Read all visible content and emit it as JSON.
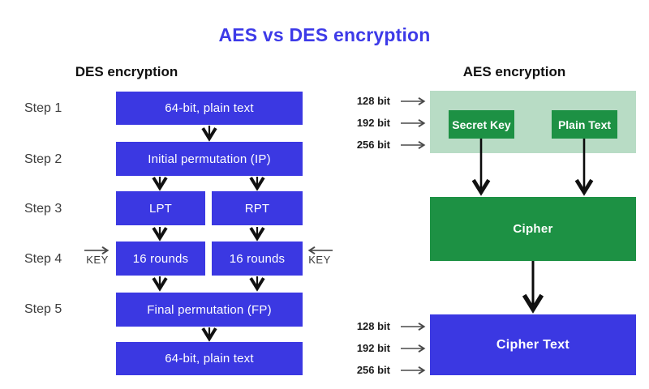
{
  "title": "AES vs DES encryption",
  "colors": {
    "title-blue": "#3d3ae8",
    "box-blue": "#3b38e2",
    "box-green": "#1d9144",
    "panel-green": "#b8dcc5"
  },
  "des": {
    "heading": "DES encryption",
    "steps": [
      "Step 1",
      "Step 2",
      "Step 3",
      "Step 4",
      "Step 5"
    ],
    "nodes": {
      "input": "64-bit, plain text",
      "initial_permutation": "Initial permutation (IP)",
      "lpt": "LPT",
      "rpt": "RPT",
      "rounds_left": "16 rounds",
      "rounds_right": "16 rounds",
      "final_permutation": "Final permutation (FP)",
      "output": "64-bit, plain text"
    },
    "key_left": "KEY",
    "key_right": "KEY"
  },
  "aes": {
    "heading": "AES encryption",
    "bit_labels_top": [
      "128 bit",
      "192 bit",
      "256 bit"
    ],
    "bit_labels_bottom": [
      "128 bit",
      "192 bit",
      "256 bit"
    ],
    "nodes": {
      "secret_key": "Secret Key",
      "plain_text": "Plain Text",
      "cipher": "Cipher",
      "cipher_text": "Cipher Text"
    }
  }
}
